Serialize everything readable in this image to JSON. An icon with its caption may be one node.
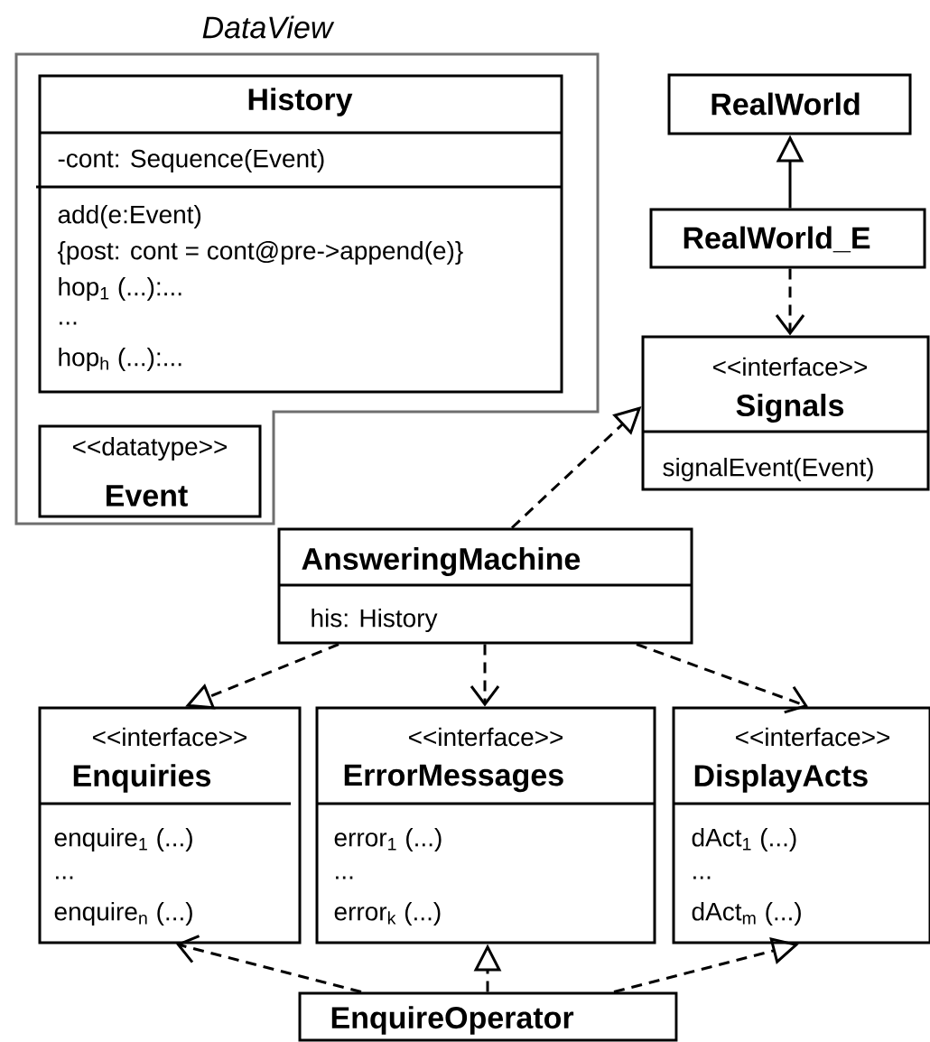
{
  "diagram": {
    "nodes": [
      {
        "text": [
          "DataView"
        ]
      },
      {
        "text": [
          "History",
          "-cont: Sequence(Event)",
          "add(e:Event)",
          "{post: cont = cont@pre->append(e)}",
          "hop$_{1}$ (...):...",
          "...",
          "hop$_{h}$ (...):..."
        ],
        "in": 0
      },
      {
        "text": [
          "<<datatype>>",
          "Event"
        ],
        "in": 0
      },
      {
        "text": [
          "RealWorld"
        ]
      },
      {
        "text": [
          "RealWorld_E"
        ]
      },
      {
        "text": [
          "<<interface>>",
          "Signals",
          "signalEvent(Event)"
        ]
      },
      {
        "text": [
          "AnsweringMachine",
          "his: History"
        ]
      },
      {
        "text": [
          "<<interface>>",
          "Enquiries",
          "enquire$_{1}$  (...)",
          "...",
          "enquire$_{n}$  (...)"
        ]
      },
      {
        "text": [
          "<<interface>>",
          "ErrorMessages",
          "error$_{1}$  (...)",
          "...",
          "error$_{k}$  (...)"
        ]
      },
      {
        "text": [
          "<<interface>>",
          "DisplayActs",
          "dAct$_{1}$  (...)",
          "...",
          "dAct$_{m}$ (...)"
        ]
      },
      {
        "text": [
          "EnquireOperator"
        ]
      }
    ],
    "edges": [
      {
        "from": 4,
        "to": 3,
        "arrow": "to"
      },
      {
        "from": 4,
        "to": 5,
        "arrow": "to",
        "style": "dashed"
      },
      {
        "from": 6,
        "to": 5,
        "arrow": "to",
        "style": "dashed"
      },
      {
        "from": 6,
        "to": 7,
        "arrow": "to",
        "style": "dashed"
      },
      {
        "from": 6,
        "to": 8,
        "arrow": "to",
        "style": "dashed"
      },
      {
        "from": 6,
        "to": 9,
        "arrow": "to",
        "style": "dashed"
      },
      {
        "from": 10,
        "to": 7,
        "arrow": "to",
        "style": "dashed"
      },
      {
        "from": 10,
        "to": 8,
        "arrow": "to",
        "style": "dashed"
      },
      {
        "from": 10,
        "to": 9,
        "arrow": "to",
        "style": "dashed"
      }
    ]
  }
}
